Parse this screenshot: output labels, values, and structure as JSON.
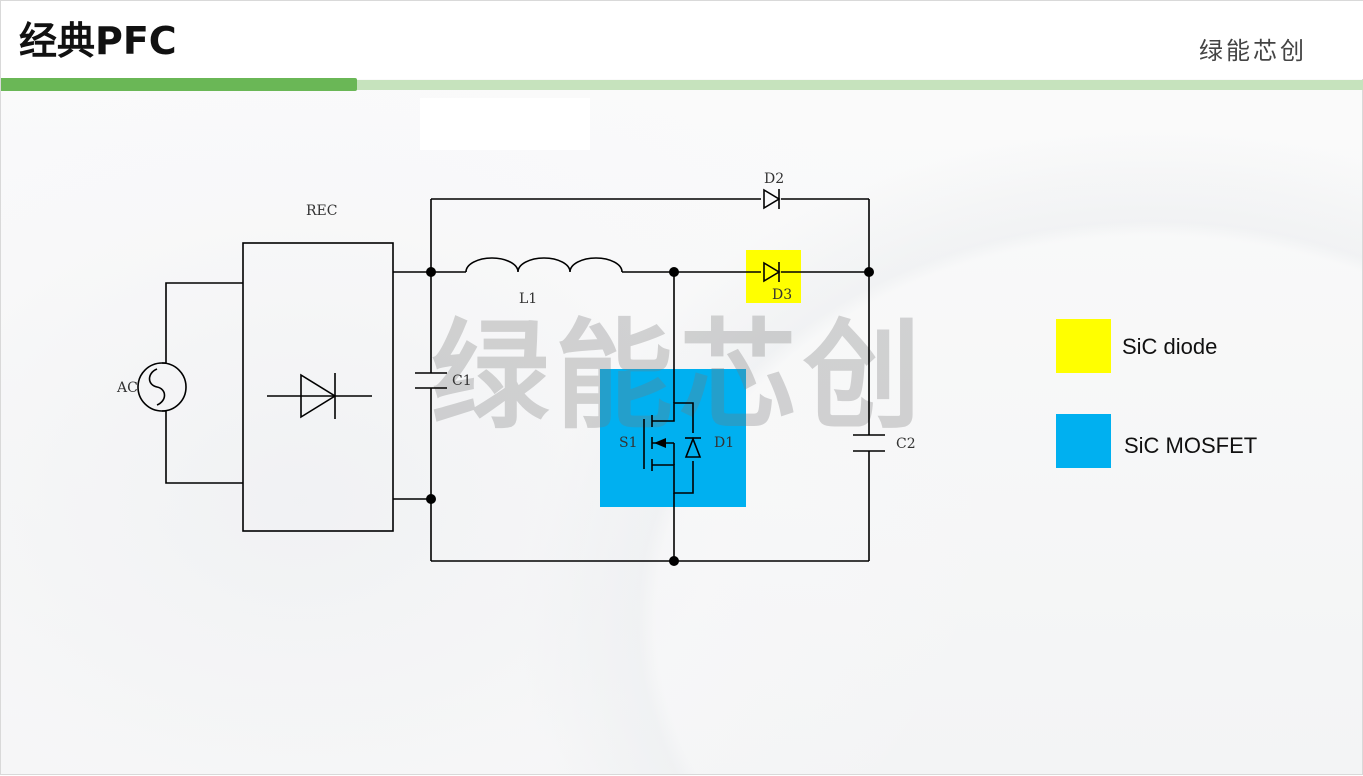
{
  "header": {
    "title": "经典PFC",
    "brand": "绿能芯创"
  },
  "watermark": "绿能芯创",
  "circuit": {
    "labels": {
      "ac": "AC",
      "rec": "REC",
      "c1": "C1",
      "l1": "L1",
      "d2": "D2",
      "d3": "D3",
      "s1": "S1",
      "d1": "D1",
      "c2": "C2"
    },
    "colors": {
      "sic_diode": "#ffff00",
      "sic_mosfet": "#00b0f0"
    }
  },
  "legend": [
    {
      "label": "SiC diode",
      "color": "#ffff00"
    },
    {
      "label": "SiC MOSFET",
      "color": "#00b0f0"
    }
  ]
}
